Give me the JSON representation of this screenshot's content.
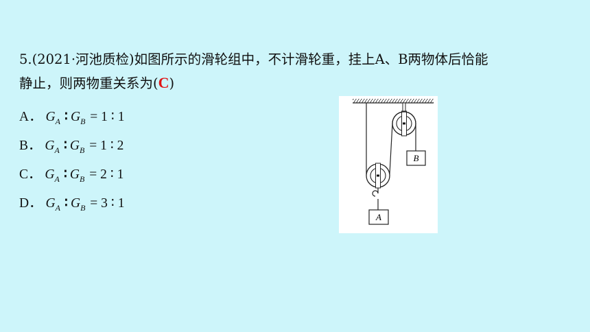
{
  "question": {
    "line1": "5.(2021·河池质检)如图所示的滑轮组中，不计滑轮重，挂上A、B两物体后恰能",
    "line2_before": "静止，则两物重关系为(",
    "answer": "C",
    "line2_after": ")"
  },
  "options": [
    {
      "letter": "A．",
      "g": "G",
      "sub1": "A",
      "colon": "∶",
      "sub2": "B",
      "eq": "= 1 ∶ 1"
    },
    {
      "letter": "B．",
      "g": "G",
      "sub1": "A",
      "colon": "∶",
      "sub2": "B",
      "eq": "= 1 ∶ 2"
    },
    {
      "letter": "C．",
      "g": "G",
      "sub1": "A",
      "colon": "∶",
      "sub2": "B",
      "eq": "= 2 ∶ 1"
    },
    {
      "letter": "D．",
      "g": "G",
      "sub1": "A",
      "colon": "∶",
      "sub2": "B",
      "eq": "= 3 ∶ 1"
    }
  ],
  "figure": {
    "label_a": "A",
    "label_b": "B"
  },
  "colors": {
    "background": "#cdf5fa",
    "answer": "#e01515"
  }
}
